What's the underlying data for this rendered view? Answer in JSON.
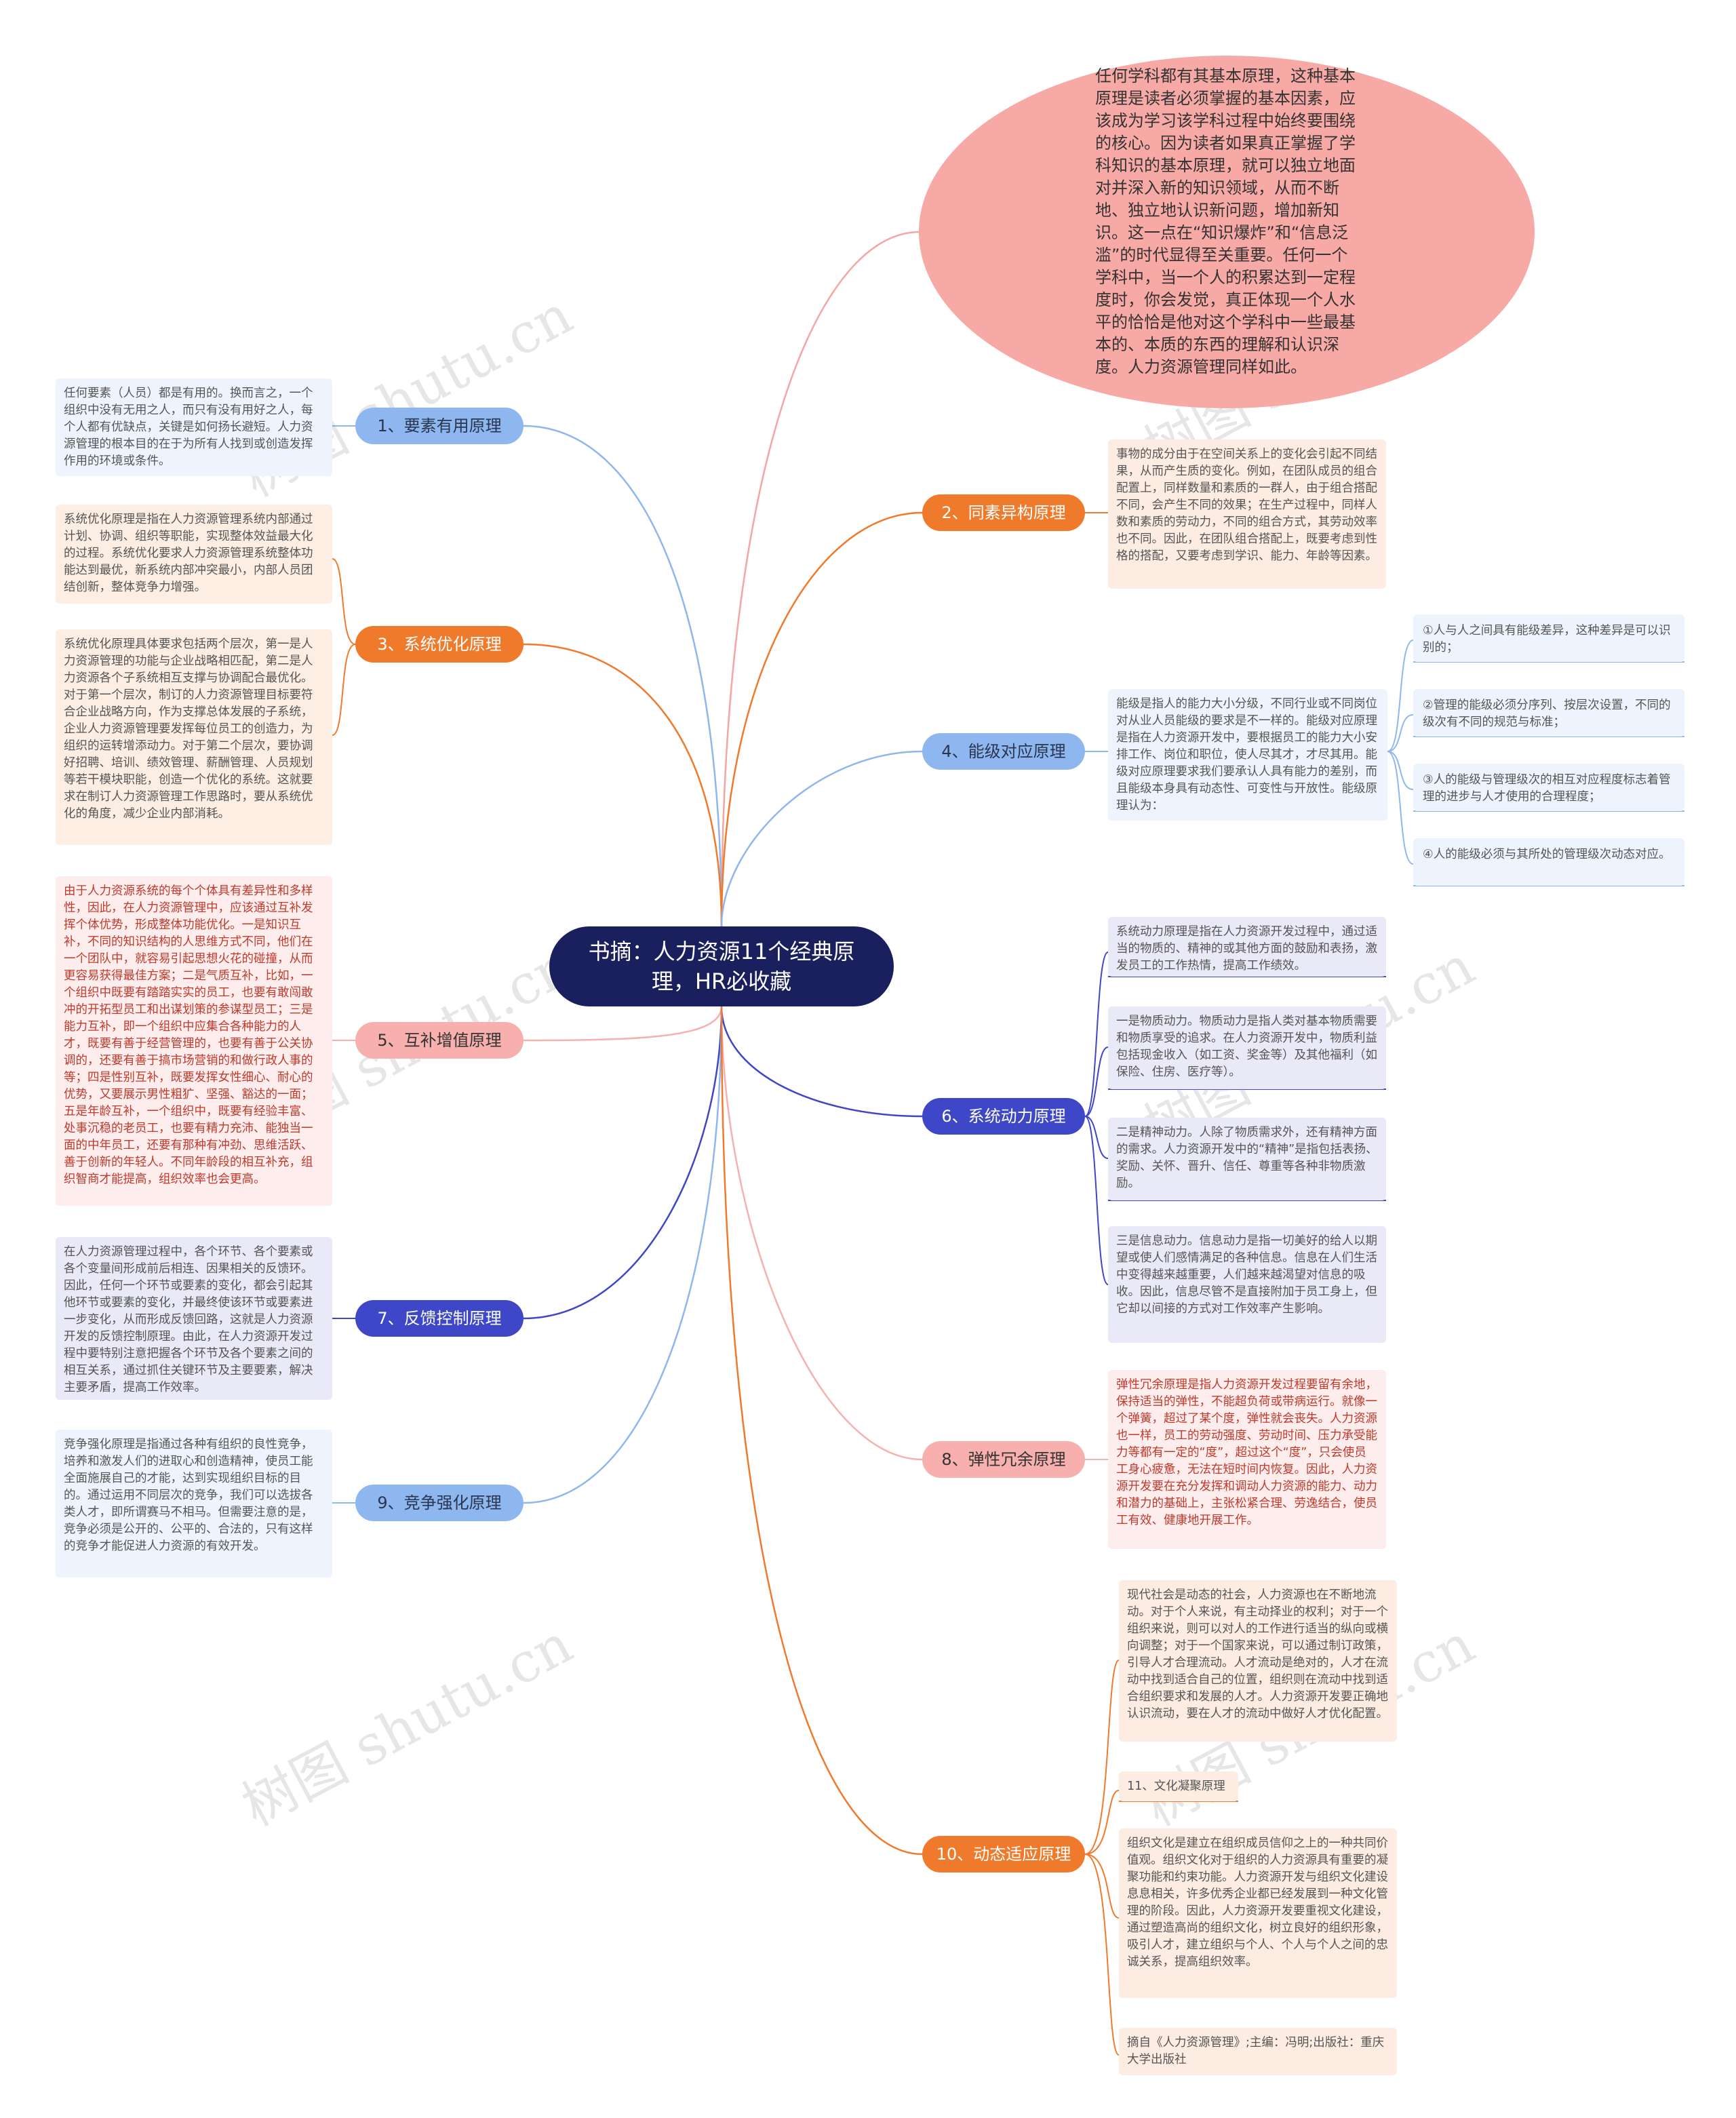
{
  "center": {
    "title": "书摘：人力资源11个经典原理，HR必收藏"
  },
  "root_note": "任何学科都有其基本原理，这种基本原理是读者必须掌握的基本因素，应该成为学习该学科过程中始终要围绕的核心。因为读者如果真正掌握了学科知识的基本原理，就可以独立地面对并深入新的知识领域，从而不断地、独立地认识新问题，增加新知识。这一点在“知识爆炸”和“信息泛滥”的时代显得至关重要。任何一个学科中，当一个人的积累达到一定程度时，你会发觉，真正体现一个人水平的恰恰是他对这个学科中一些最基本的、本质的东西的理解和认识深度。人力资源管理同样如此。",
  "branches": {
    "b1": {
      "label": "1、要素有用原理",
      "notes": [
        "任何要素（人员）都是有用的。换而言之，一个组织中没有无用之人，而只有没有用好之人，每个人都有优缺点，关键是如何扬长避短。人力资源管理的根本目的在于为所有人找到或创造发挥作用的环境或条件。"
      ]
    },
    "b2": {
      "label": "2、同素异构原理",
      "notes": [
        "事物的成分由于在空间关系上的变化会引起不同结果，从而产生质的变化。例如，在团队成员的组合配置上，同样数量和素质的一群人，由于组合搭配不同，会产生不同的效果；在生产过程中，同样人数和素质的劳动力，不同的组合方式，其劳动效率也不同。因此，在团队组合搭配上，既要考虑到性格的搭配，又要考虑到学识、能力、年龄等因素。"
      ]
    },
    "b3": {
      "label": "3、系统优化原理",
      "notes": [
        "系统优化原理是指在人力资源管理系统内部通过计划、协调、组织等职能，实现整体效益最大化的过程。系统优化要求人力资源管理系统整体功能达到最优，新系统内部冲突最小，内部人员团结创新，整体竞争力增强。",
        "系统优化原理具体要求包括两个层次，第一是人力资源管理的功能与企业战略相匹配，第二是人力资源各个子系统相互支撑与协调配合最优化。对于第一个层次，制订的人力资源管理目标要符合企业战略方向，作为支撑总体发展的子系统，企业人力资源管理要发挥每位员工的创造力，为组织的运转增添动力。对于第二个层次，要协调好招聘、培训、绩效管理、薪酬管理、人员规划等若干模块职能，创造一个优化的系统。这就要求在制订人力资源管理工作思路时，要从系统优化的角度，减少企业内部消耗。"
      ]
    },
    "b4": {
      "label": "4、能级对应原理",
      "notes": [
        "能级是指人的能力大小分级，不同行业或不同岗位对从业人员能级的要求是不一样的。能级对应原理是指在人力资源开发中，要根据员工的能力大小安排工作、岗位和职位，使人尽其才，才尽其用。能级对应原理要求我们要承认人具有能力的差别，而且能级本身具有动态性、可变性与开放性。能级原理认为："
      ],
      "sub": [
        "①人与人之间具有能级差异，这种差异是可以识别的；",
        "②管理的能级必须分序列、按层次设置，不同的级次有不同的规范与标准；",
        "③人的能级与管理级次的相互对应程度标志着管理的进步与人才使用的合理程度；",
        "④人的能级必须与其所处的管理级次动态对应。"
      ]
    },
    "b5": {
      "label": "5、互补增值原理",
      "notes": [
        "由于人力资源系统的每个个体具有差异性和多样性，因此，在人力资源管理中，应该通过互补发挥个体优势，形成整体功能优化。一是知识互补，不同的知识结构的人思维方式不同，他们在一个团队中，就容易引起思想火花的碰撞，从而更容易获得最佳方案；二是气质互补，比如，一个组织中既要有踏踏实实的员工，也要有敢闯敢冲的开拓型员工和出谋划策的参谋型员工；三是能力互补，即一个组织中应集合各种能力的人才，既要有善于经营管理的，也要有善于公关协调的，还要有善于搞市场营销的和做行政人事的等；四是性别互补，既要发挥女性细心、耐心的优势，又要展示男性粗犷、坚强、豁达的一面；五是年龄互补，一个组织中，既要有经验丰富、处事沉稳的老员工，也要有精力充沛、能独当一面的中年员工，还要有那种有冲劲、思维活跃、善于创新的年轻人。不同年龄段的相互补充，组织智商才能提高，组织效率也会更高。"
      ]
    },
    "b6": {
      "label": "6、系统动力原理",
      "notes": [
        "系统动力原理是指在人力资源开发过程中，通过适当的物质的、精神的或其他方面的鼓励和表扬，激发员工的工作热情，提高工作绩效。",
        "一是物质动力。物质动力是指人类对基本物质需要和物质享受的追求。在人力资源开发中，物质利益包括现金收入（如工资、奖金等）及其他福利（如保险、住房、医疗等）。",
        "二是精神动力。人除了物质需求外，还有精神方面的需求。人力资源开发中的“精神”是指包括表扬、奖励、关怀、晋升、信任、尊重等各种非物质激励。",
        "三是信息动力。信息动力是指一切美好的给人以期望或使人们感情满足的各种信息。信息在人们生活中变得越来越重要，人们越来越渴望对信息的吸收。因此，信息尽管不是直接附加于员工身上，但它却以间接的方式对工作效率产生影响。"
      ]
    },
    "b7": {
      "label": "7、反馈控制原理",
      "notes": [
        "在人力资源管理过程中，各个环节、各个要素或各个变量间形成前后相连、因果相关的反馈环。因此，任何一个环节或要素的变化，都会引起其他环节或要素的变化，并最终使该环节或要素进一步变化，从而形成反馈回路，这就是人力资源开发的反馈控制原理。由此，在人力资源开发过程中要特别注意把握各个环节及各个要素之间的相互关系，通过抓住关键环节及主要要素，解决主要矛盾，提高工作效率。"
      ]
    },
    "b8": {
      "label": "8、弹性冗余原理",
      "notes": [
        "弹性冗余原理是指人力资源开发过程要留有余地，保持适当的弹性，不能超负荷或带病运行。就像一个弹簧，超过了某个度，弹性就会丧失。人力资源也一样，员工的劳动强度、劳动时间、压力承受能力等都有一定的“度”，超过这个“度”，只会使员工身心疲惫，无法在短时间内恢复。因此，人力资源开发要在充分发挥和调动人力资源的能力、动力和潜力的基础上，主张松紧合理、劳逸结合，使员工有效、健康地开展工作。"
      ]
    },
    "b9": {
      "label": "9、竞争强化原理",
      "notes": [
        "竞争强化原理是指通过各种有组织的良性竞争，培养和激发人们的进取心和创造精神，使员工能全面施展自己的才能，达到实现组织目标的目的。通过运用不同层次的竞争，我们可以选拔各类人才，即所谓赛马不相马。但需要注意的是，竞争必须是公开的、公平的、合法的，只有这样的竞争才能促进人力资源的有效开发。"
      ]
    },
    "b10": {
      "label": "10、动态适应原理",
      "notes": [
        "现代社会是动态的社会，人力资源也在不断地流动。对于个人来说，有主动择业的权利；对于一个组织来说，则可以对人的工作进行适当的纵向或横向调整；对于一个国家来说，可以通过制订政策，引导人才合理流动。人才流动是绝对的，人才在流动中找到适合自己的位置，组织则在流动中找到适合组织要求和发展的人才。人力资源开发要正确地认识流动，要在人才的流动中做好人才优化配置。",
        "11、文化凝聚原理",
        "组织文化是建立在组织成员信仰之上的一种共同价值观。组织文化对于组织的人力资源具有重要的凝聚功能和约束功能。人力资源开发与组织文化建设息息相关，许多优秀企业都已经发展到一种文化管理的阶段。因此，人力资源开发要重视文化建设，通过塑造高尚的组织文化，树立良好的组织形象，吸引人才，建立组织与个人、个人与个人之间的忠诚关系，提高组织效率。",
        "摘自《人力资源管理》;主编：冯明;出版社：重庆大学出版社"
      ]
    }
  },
  "watermark": "树图 shutu.cn",
  "colors": {
    "blue": "#8fb7ef",
    "orange": "#f07a2b",
    "pink": "#f7b0ad",
    "indigo": "#3d47c8",
    "peach": "#fbd4c0",
    "center": "#1a1f5e",
    "bubble": "#f7a9a6"
  }
}
